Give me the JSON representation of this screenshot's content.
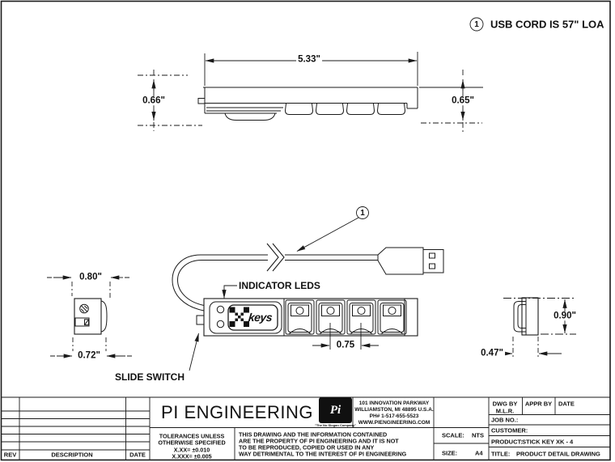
{
  "note": {
    "number": "1",
    "text": "USB CORD IS 57\" LOA"
  },
  "callout": {
    "number": "1"
  },
  "labels": {
    "indicator_leds": "INDICATOR LEDS",
    "slide_switch": "SLIDE SWITCH"
  },
  "dimensions": {
    "overall_length": "5.33\"",
    "left_height": "0.66\"",
    "right_height": "0.65\"",
    "end_top_width": "0.80\"",
    "end_bottom_width": "0.72\"",
    "key_spacing": "0.75",
    "right_end_width": "0.47\"",
    "right_end_height": "0.90\""
  },
  "device": {
    "logo_text": "keys"
  },
  "title_block": {
    "company": "PI ENGINEERING",
    "logo": {
      "text": "Pi",
      "slogan": "\"The No Slogan Company\""
    },
    "address_lines": [
      "101 INNOVATION PARKWAY",
      "WILLIAMSTON, MI 48895 U.S.A.",
      "PH# 1-517-655-5523",
      "WWW.PIENGINEERING.COM"
    ],
    "tolerance_lines": [
      "TOLERANCES UNLESS",
      "OTHERWISE SPECIFIED",
      "X.XX= ±0.010",
      "X.XXX= ±0.005"
    ],
    "disclaimer_lines": [
      "THIS DRAWING AND THE INFORMATION CONTAINED",
      "ARE THE PROPERTY OF PI ENGINEERING AND IT IS NOT",
      "TO BE REPRODUCED, COPIED OR USED IN ANY",
      "WAY DETRIMENTAL TO THE INTEREST OF PI ENGINEERING"
    ],
    "fields": {
      "dwg_by_label": "DWG BY",
      "dwg_by_value": "M.L.R.",
      "appr_by_label": "APPR BY",
      "date_label": "DATE",
      "job_no_label": "JOB NO.:",
      "customer_label": "CUSTOMER:",
      "product_label": "PRODUCT:",
      "product_value": "STICK KEY XK - 4",
      "title_label": "TITLE:",
      "title_value": "PRODUCT DETAIL DRAWING",
      "scale_label": "SCALE:",
      "scale_value": "NTS",
      "size_label": "SIZE:",
      "size_value": "A4"
    },
    "revision_table": {
      "rev": "REV",
      "description": "DESCRIPTION",
      "date": "DATE"
    }
  }
}
